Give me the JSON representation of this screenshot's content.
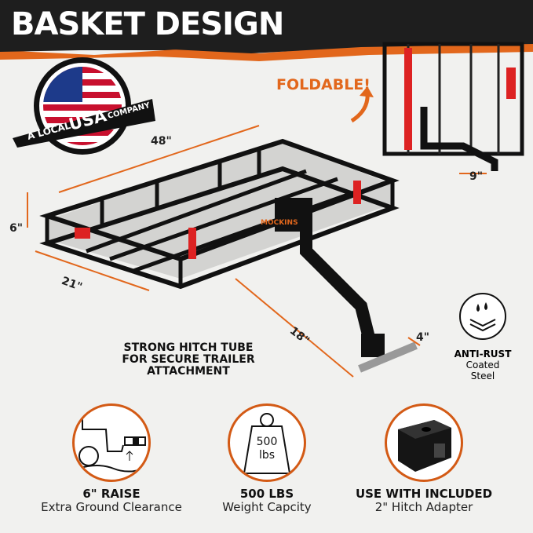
{
  "header": {
    "title": "BASKET DESIGN"
  },
  "badge": {
    "text_a": "A LOCAL",
    "text_usa": "USA",
    "text_company": "COMPANY"
  },
  "foldable": {
    "label": "FOLDABLE!",
    "depth": "9\""
  },
  "dimensions": {
    "length": "48\"",
    "height": "6\"",
    "width": "21\"",
    "tube": "18\"",
    "tube_size": "4\""
  },
  "brand": "MOCKINS",
  "hitch_note": {
    "line1": "STRONG HITCH TUBE",
    "line2": "FOR SECURE TRAILER",
    "line3": "ATTACHMENT"
  },
  "anti_rust": {
    "title": "ANTI-RUST",
    "line1": "Coated",
    "line2": "Steel"
  },
  "features": [
    {
      "icon": "vehicle-raise-icon",
      "title": "6\" RAISE",
      "subtitle": "Extra Ground Clearance"
    },
    {
      "icon": "weight-icon",
      "weight_value": "500",
      "weight_unit": "lbs",
      "title": "500 LBS",
      "subtitle": "Weight Capcity"
    },
    {
      "icon": "hitch-adapter-icon",
      "title": "USE WITH INCLUDED",
      "subtitle": "2\" Hitch Adapter"
    }
  ],
  "colors": {
    "accent": "#d35a15",
    "dark": "#1e1e1e",
    "background": "#f1f1ef"
  }
}
